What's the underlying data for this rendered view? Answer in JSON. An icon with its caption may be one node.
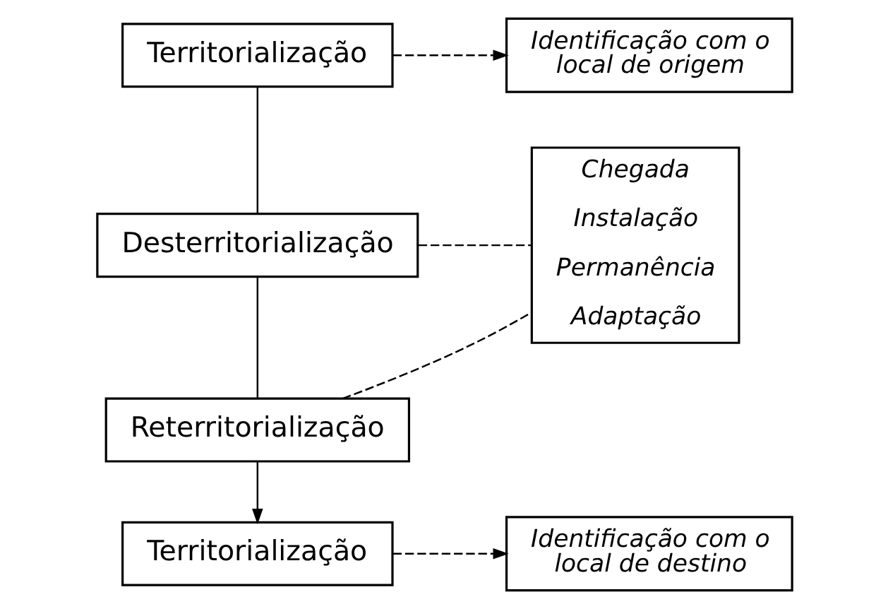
{
  "diagram": {
    "nodes": [
      {
        "text": [
          "Territorialização"
        ]
      },
      {
        "text": [
          "Identificação com o local de origem"
        ]
      },
      {
        "text": [
          "Desterritorialização"
        ]
      },
      {
        "text": [
          "Chegada",
          "Instalação",
          "Permanência",
          "Adaptação"
        ]
      },
      {
        "text": [
          "Reterritorialização"
        ]
      },
      {
        "text": [
          "Territorialização"
        ]
      },
      {
        "text": [
          "Identificação com o local de destino"
        ]
      }
    ],
    "edges": [
      {
        "from": 0,
        "to": 1,
        "arrow": "to",
        "style": "dashed"
      },
      {
        "from": 0,
        "to": 2,
        "arrow": "none"
      },
      {
        "from": 2,
        "to": 3,
        "arrow": "none",
        "style": "dashed"
      },
      {
        "from": 2,
        "to": 4,
        "arrow": "none"
      },
      {
        "from": 4,
        "to": 3,
        "arrow": "none",
        "style": "dashed"
      },
      {
        "from": 4,
        "to": 5,
        "arrow": "to"
      },
      {
        "from": 5,
        "to": 6,
        "arrow": "to",
        "style": "dashed"
      }
    ]
  }
}
